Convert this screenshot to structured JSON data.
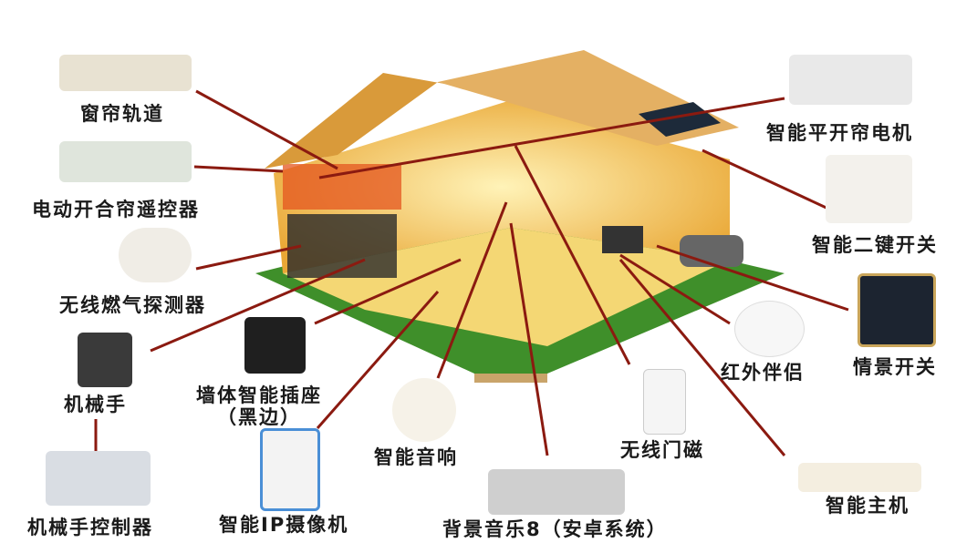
{
  "colors": {
    "connector_line": "#8b1a10",
    "text": "#1a1a1a",
    "house_glow": "#f7c244",
    "lawn": "#3f8f2a"
  },
  "devices": [
    {
      "label": "窗帘轨道",
      "icon": "curtain-track"
    },
    {
      "label": "电动开合帘遥控器",
      "icon": "remote-control"
    },
    {
      "label": "无线燃气探测器",
      "icon": "gas-detector"
    },
    {
      "label": "机械手",
      "icon": "valve-manipulator"
    },
    {
      "label": "机械手控制器",
      "icon": "controller-box"
    },
    {
      "label": "墙体智能插座",
      "label2": "（黑边）",
      "icon": "wall-socket"
    },
    {
      "label": "智能IP摄像机",
      "icon": "ip-camera"
    },
    {
      "label": "智能音响",
      "icon": "smart-speaker"
    },
    {
      "label": "背景音乐8（安卓系统）",
      "icon": "music-panel"
    },
    {
      "label": "无线门磁",
      "icon": "door-sensor"
    },
    {
      "label": "红外伴侣",
      "icon": "ir-companion"
    },
    {
      "label": "智能主机",
      "icon": "smart-hub"
    },
    {
      "label": "情景开关",
      "icon": "scene-switch"
    },
    {
      "label": "智能二键开关",
      "icon": "two-key-switch"
    },
    {
      "label": "智能平开帘电机",
      "icon": "curtain-motor"
    }
  ]
}
